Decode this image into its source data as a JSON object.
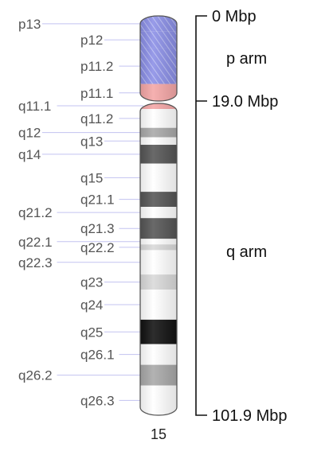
{
  "chromosome": "15",
  "colors": {
    "arm_p": "#8a8ee6",
    "arm_p_light": "#b9bdf2",
    "centromere": "#f4a6a6",
    "outline": "#555555",
    "leader": "#c3c3f0",
    "bracket": "#111111"
  },
  "arms": [
    {
      "id": "p",
      "label": "p arm"
    },
    {
      "id": "q",
      "label": "q arm"
    }
  ],
  "positions": [
    {
      "label": "0 Mbp",
      "mbp": 0
    },
    {
      "label": "19.0 Mbp",
      "mbp": 19.0
    },
    {
      "label": "101.9 Mbp",
      "mbp": 101.9
    }
  ],
  "bands": [
    {
      "name": "p13",
      "side": "left",
      "start": 0.0,
      "end": 3.5,
      "stain": "stalk"
    },
    {
      "name": "p12",
      "side": "inner",
      "start": 3.5,
      "end": 7.2,
      "stain": "stalk"
    },
    {
      "name": "p11.2",
      "side": "inner",
      "start": 7.2,
      "end": 15.2,
      "stain": "stalk"
    },
    {
      "name": "p11.1",
      "side": "inner",
      "start": 15.2,
      "end": 19.0,
      "stain": "acen"
    },
    {
      "name": "q11.1",
      "side": "left",
      "start": 19.0,
      "end": 20.5,
      "stain": "acen"
    },
    {
      "name": "q11.2",
      "side": "inner",
      "start": 20.5,
      "end": 25.5,
      "stain": "gneg"
    },
    {
      "name": "q12",
      "side": "left",
      "start": 25.5,
      "end": 28.0,
      "stain": "gpos50"
    },
    {
      "name": "q13",
      "side": "inner",
      "start": 28.0,
      "end": 30.0,
      "stain": "gneg"
    },
    {
      "name": "q14",
      "side": "left",
      "start": 30.0,
      "end": 35.0,
      "stain": "gpos75"
    },
    {
      "name": "q15",
      "side": "inner",
      "start": 35.0,
      "end": 42.5,
      "stain": "gneg"
    },
    {
      "name": "q21.1",
      "side": "inner",
      "start": 42.5,
      "end": 46.5,
      "stain": "gpos75"
    },
    {
      "name": "q21.2",
      "side": "left",
      "start": 46.5,
      "end": 49.5,
      "stain": "gneg"
    },
    {
      "name": "q21.3",
      "side": "inner",
      "start": 49.5,
      "end": 55.0,
      "stain": "gpos75"
    },
    {
      "name": "q22.1",
      "side": "left",
      "start": 55.0,
      "end": 56.5,
      "stain": "gneg"
    },
    {
      "name": "q22.2",
      "side": "inner",
      "start": 56.5,
      "end": 58.0,
      "stain": "gpos25"
    },
    {
      "name": "q22.3",
      "side": "left",
      "start": 58.0,
      "end": 64.5,
      "stain": "gneg"
    },
    {
      "name": "q23",
      "side": "inner",
      "start": 64.5,
      "end": 68.5,
      "stain": "gpos25"
    },
    {
      "name": "q24",
      "side": "inner",
      "start": 68.5,
      "end": 76.5,
      "stain": "gneg"
    },
    {
      "name": "q25",
      "side": "inner",
      "start": 76.5,
      "end": 83.0,
      "stain": "gpos100"
    },
    {
      "name": "q26.1",
      "side": "inner",
      "start": 83.0,
      "end": 88.5,
      "stain": "gneg"
    },
    {
      "name": "q26.2",
      "side": "left",
      "start": 88.5,
      "end": 94.0,
      "stain": "gpos50"
    },
    {
      "name": "q26.3",
      "side": "inner",
      "start": 94.0,
      "end": 101.9,
      "stain": "gneg"
    }
  ]
}
